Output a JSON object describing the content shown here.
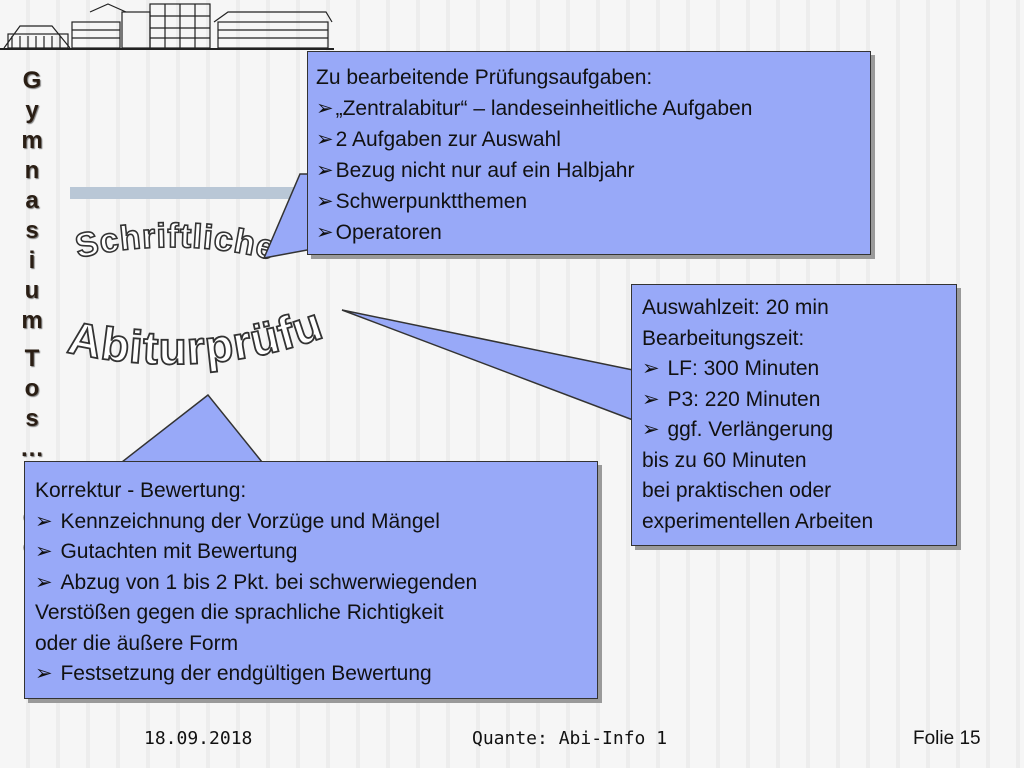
{
  "slide": {
    "vertical_title_letters": [
      "G",
      "y",
      "m",
      "n",
      "a",
      "s",
      "i",
      "u",
      "m",
      "T",
      "o",
      "s",
      "…",
      "G",
      "G"
    ],
    "title_line1": "Schriftliche",
    "title_line2": "Abiturprüfung"
  },
  "callouts": {
    "top": {
      "heading": "Zu bearbeitende Prüfungsaufgaben:",
      "items": [
        "„Zentralabitur“ – landeseinheitliche Aufgaben",
        "2 Aufgaben zur Auswahl",
        "Bezug nicht nur auf ein Halbjahr",
        "Schwerpunktthemen",
        "Operatoren"
      ]
    },
    "right": {
      "line1": "Auswahlzeit: 20 min",
      "line2": "Bearbeitungszeit:",
      "items": [
        "LF: 300 Minuten",
        "P3: 220 Minuten",
        "ggf. Verlängerung"
      ],
      "line3": "bis zu 60 Minuten",
      "line4": "bei praktischen oder",
      "line5": "experimentellen Arbeiten"
    },
    "bottom": {
      "heading": "Korrektur - Bewertung:",
      "item1": "Kennzeichnung der Vorzüge und Mängel",
      "item2": "Gutachten mit Bewertung",
      "item3": "Abzug von 1 bis 2 Pkt. bei schwerwiegenden",
      "line1": "Verstößen gegen die sprachliche Richtigkeit",
      "line2": "oder die äußere Form",
      "item4": "Festsetzung der endgültigen Bewertung"
    }
  },
  "footer": {
    "date": "18.09.2018",
    "author": "Quante: Abi-Info 1",
    "slide": "Folie 15"
  },
  "colors": {
    "callout_fill": "#98a9f8",
    "title_fill": "#ffffff",
    "title_stroke": "#333333",
    "bullet": "#111111"
  },
  "icons": {
    "bullet": "arrow-bullet-icon",
    "header_image": "school-building-icon"
  }
}
